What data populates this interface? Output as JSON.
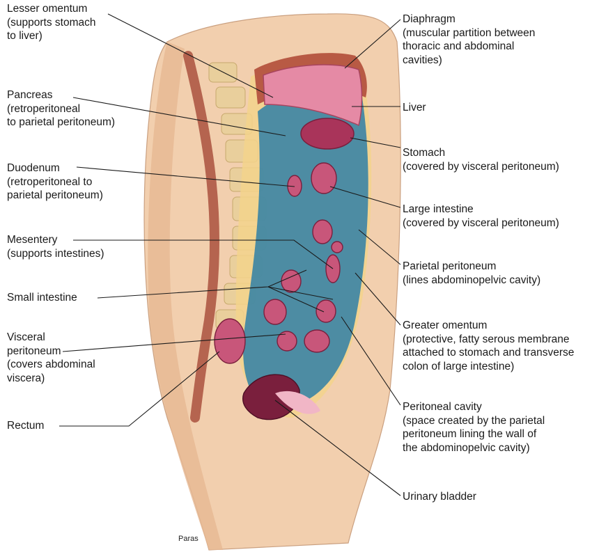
{
  "labels_left": [
    {
      "id": "lesser-omentum",
      "title": "Lesser omentum",
      "note": "(supports stomach\nto liver)"
    },
    {
      "id": "pancreas",
      "title": "Pancreas",
      "note": "(retroperitoneal\nto parietal peritoneum)"
    },
    {
      "id": "duodenum",
      "title": "Duodenum",
      "note": "(retroperitoneal to\nparietal peritoneum)"
    },
    {
      "id": "mesentery",
      "title": "Mesentery",
      "note": "(supports intestines)"
    },
    {
      "id": "small-intestine",
      "title": "Small intestine",
      "note": ""
    },
    {
      "id": "visceral-peritoneum",
      "title": "Visceral\nperitoneum",
      "note": "(covers abdominal\nviscera)"
    },
    {
      "id": "rectum",
      "title": "Rectum",
      "note": ""
    }
  ],
  "labels_right": [
    {
      "id": "diaphragm",
      "title": "Diaphragm",
      "note": "(muscular partition between\nthoracic and abdominal\ncavities)"
    },
    {
      "id": "liver",
      "title": "Liver",
      "note": ""
    },
    {
      "id": "stomach",
      "title": "Stomach",
      "note": "(covered by visceral peritoneum)"
    },
    {
      "id": "large-intestine",
      "title": "Large intestine",
      "note": "(covered by visceral peritoneum)"
    },
    {
      "id": "parietal-peritoneum",
      "title": "Parietal peritoneum",
      "note": "(lines abdominopelvic cavity)"
    },
    {
      "id": "greater-omentum",
      "title": "Greater omentum",
      "note": "(protective, fatty serous membrane\nattached to stomach and transverse\ncolon of large intestine)"
    },
    {
      "id": "peritoneal-cavity",
      "title": "Peritoneal cavity",
      "note": "(space created by the parietal\nperitoneum lining the wall of\nthe abdominopelvic cavity)"
    },
    {
      "id": "urinary-bladder",
      "title": "Urinary bladder",
      "note": ""
    }
  ],
  "credit": "Paras",
  "colors": {
    "skin": "#f2cfae",
    "fat": "#f3d48c",
    "peritoneum": "#2f7fa6",
    "organ": "#c8567a",
    "liver": "#e58aa5",
    "vertebra": "#e9cf9c",
    "line": "#1a1a1a"
  }
}
